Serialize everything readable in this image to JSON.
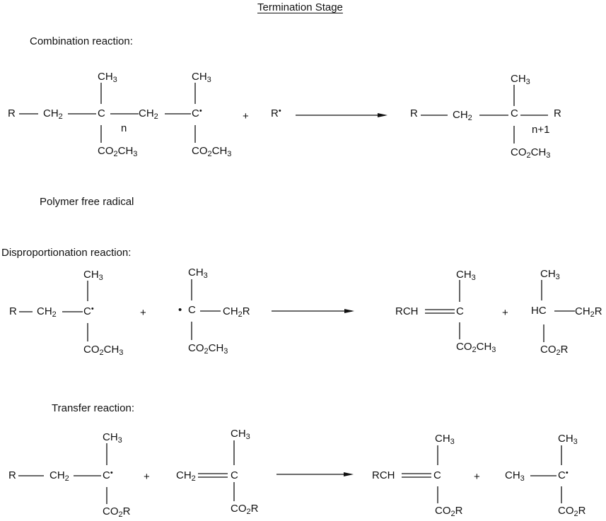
{
  "title": "Termination Stage",
  "sections": {
    "combination": {
      "label": "Combination reaction:",
      "caption": "Polymer free radical",
      "r": "R",
      "ch2": "CH",
      "two": "2",
      "c": "C",
      "ch3": "CH",
      "three": "3",
      "co2ch3_a": "CO",
      "co2ch3_b": "CH",
      "n": "n",
      "n1": "n+1",
      "plus": "+",
      "radical_dot": "•"
    },
    "disproportionation": {
      "label": "Disproportionation reaction:",
      "rch": "RCH",
      "hc": "HC",
      "ch2r": "CH",
      "r": "R",
      "plus": "+"
    },
    "transfer": {
      "label": "Transfer reaction:",
      "plus": "+"
    }
  },
  "atoms": {
    "R": "R",
    "C": "C",
    "CH": "CH",
    "CO": "CO",
    "two": "2",
    "three": "3",
    "RCH": "RCH",
    "HC": "HC",
    "dot": "•",
    "plus": "+",
    "n": "n",
    "n1": "n+1"
  }
}
